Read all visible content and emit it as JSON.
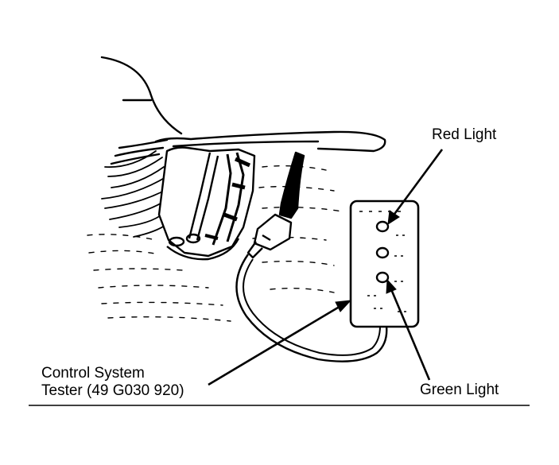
{
  "labels": {
    "red_light": "Red Light",
    "green_light": "Green Light",
    "tester_line1": "Control System",
    "tester_line2": "Tester (49 G030 920)"
  },
  "colors": {
    "ink": "#000000",
    "paper": "#ffffff"
  }
}
